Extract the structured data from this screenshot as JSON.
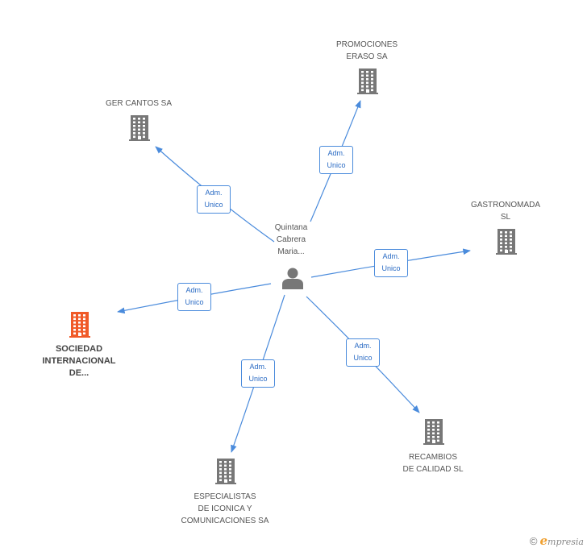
{
  "center": {
    "name_lines": [
      "Quintana",
      "Cabrera",
      "Maria..."
    ],
    "icon": "person-icon"
  },
  "nodes": [
    {
      "id": "promociones",
      "lines": [
        "PROMOCIONES",
        "ERASO SA"
      ],
      "icon": "building-icon",
      "color": "#777777"
    },
    {
      "id": "ger",
      "lines": [
        "GER CANTOS SA"
      ],
      "icon": "building-icon",
      "color": "#777777"
    },
    {
      "id": "gastronomada",
      "lines": [
        "GASTRONOMADA",
        "SL"
      ],
      "icon": "building-icon",
      "color": "#777777"
    },
    {
      "id": "sociedad",
      "lines": [
        "SOCIEDAD",
        "INTERNACIONAL",
        "DE..."
      ],
      "icon": "building-icon",
      "color": "#f05a28",
      "highlight": true
    },
    {
      "id": "especialistas",
      "lines": [
        "ESPECIALISTAS",
        "DE ICONICA Y",
        "COMUNICACIONES SA"
      ],
      "icon": "building-icon",
      "color": "#777777"
    },
    {
      "id": "recambios",
      "lines": [
        "RECAMBIOS",
        "DE CALIDAD SL"
      ],
      "icon": "building-icon",
      "color": "#777777"
    }
  ],
  "edge_labels": [
    {
      "id": "e-promociones",
      "lines": [
        "Adm.",
        "Unico"
      ]
    },
    {
      "id": "e-ger",
      "lines": [
        "Adm.",
        "Unico"
      ]
    },
    {
      "id": "e-gastronomada",
      "lines": [
        "Adm.",
        "Unico"
      ]
    },
    {
      "id": "e-sociedad",
      "lines": [
        "Adm.",
        "Unico"
      ]
    },
    {
      "id": "e-especialistas",
      "lines": [
        "Adm.",
        "Unico"
      ]
    },
    {
      "id": "e-recambios",
      "lines": [
        "Adm.",
        "Unico"
      ]
    }
  ],
  "colors": {
    "edge": "#4a8bdc",
    "building": "#777777",
    "highlight": "#f05a28",
    "person": "#777777"
  },
  "footer": {
    "copyright_symbol": "©",
    "brand_initial": "e",
    "brand_rest": "mpresia"
  }
}
